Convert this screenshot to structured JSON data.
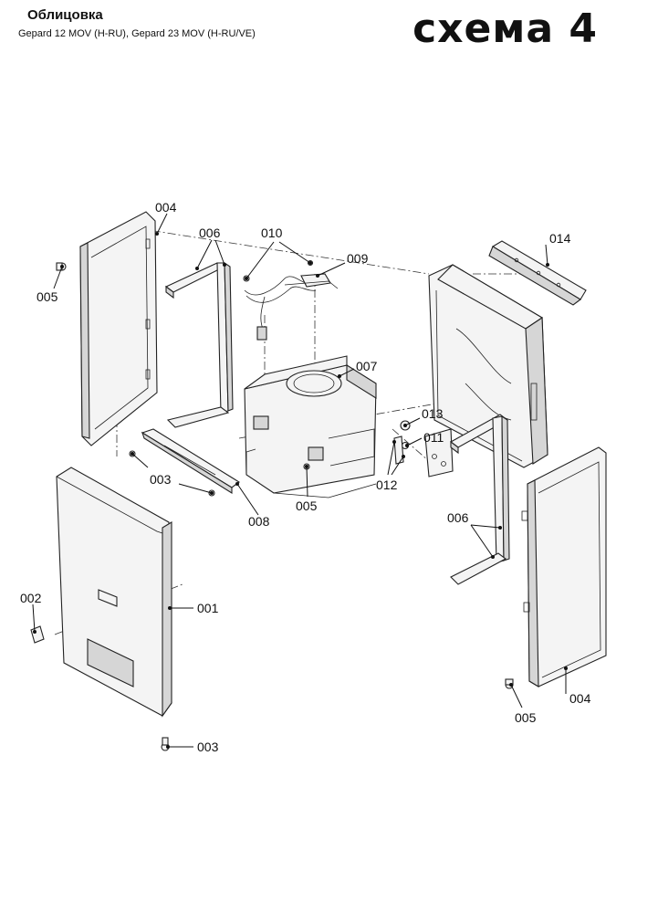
{
  "header": {
    "title": "Облицовка",
    "subtitle": "Gepard 12 MOV (H-RU), Gepard 23 MOV (H-RU/VE)",
    "scheme": "схема 4"
  },
  "callouts": {
    "c001": "001",
    "c002": "002",
    "c003a": "003",
    "c003b": "003",
    "c004a": "004",
    "c004b": "004",
    "c005a": "005",
    "c005b": "005",
    "c005c": "005",
    "c006a": "006",
    "c006b": "006",
    "c007": "007",
    "c008": "008",
    "c009": "009",
    "c010": "010",
    "c011": "011",
    "c012": "012",
    "c013": "013",
    "c014": "014"
  }
}
